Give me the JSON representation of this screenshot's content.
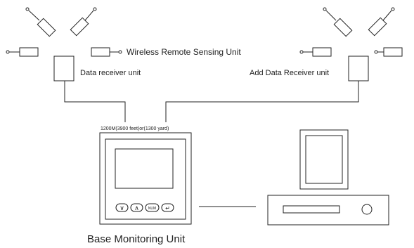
{
  "labels": {
    "wireless": "Wireless Remote Sensing Unit",
    "receiver": "Data receiver unit",
    "add_receiver": "Add Data Receiver unit",
    "distance": "1200M(3900 feet)or(1300 yard)",
    "base": "Base Monitoring Unit"
  },
  "panel_buttons": {
    "down": "∨",
    "up": "∧",
    "num": "NUM",
    "enter": "↵"
  },
  "colors": {
    "line": "#222222",
    "background": "#ffffff"
  }
}
